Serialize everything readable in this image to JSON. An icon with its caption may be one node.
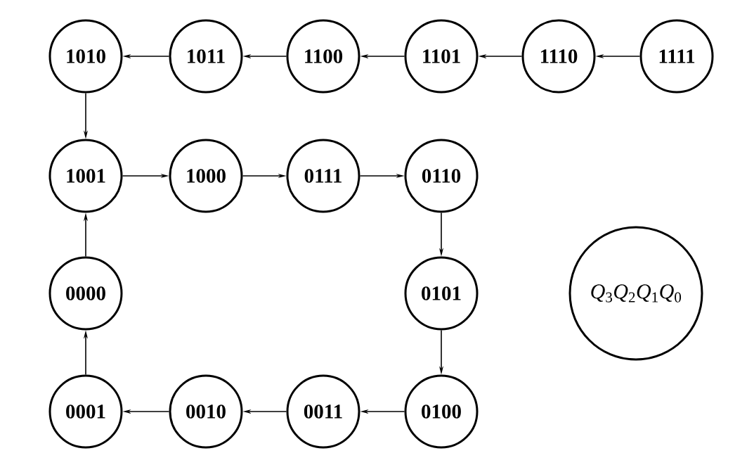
{
  "diagram": {
    "nodes": [
      {
        "text": [
          "1010"
        ]
      },
      {
        "text": [
          "1011"
        ]
      },
      {
        "text": [
          "1100"
        ]
      },
      {
        "text": [
          "1101"
        ]
      },
      {
        "text": [
          "1110"
        ]
      },
      {
        "text": [
          "1111"
        ]
      },
      {
        "text": [
          "1001"
        ]
      },
      {
        "text": [
          "1000"
        ]
      },
      {
        "text": [
          "0111"
        ]
      },
      {
        "text": [
          "0110"
        ]
      },
      {
        "text": [
          "0000"
        ]
      },
      {
        "text": [
          "0101"
        ]
      },
      {
        "text": [
          "*Q*$_{3}$*Q*$_{2}$*Q*$_{1}$*Q*$_{0}$"
        ]
      },
      {
        "text": [
          "0001"
        ]
      },
      {
        "text": [
          "0010"
        ]
      },
      {
        "text": [
          "0011"
        ]
      },
      {
        "text": [
          "0100"
        ]
      }
    ],
    "edges": [
      {
        "from": 5,
        "to": 4,
        "arrow": "to"
      },
      {
        "from": 4,
        "to": 3,
        "arrow": "to"
      },
      {
        "from": 3,
        "to": 2,
        "arrow": "to"
      },
      {
        "from": 2,
        "to": 1,
        "arrow": "to"
      },
      {
        "from": 1,
        "to": 0,
        "arrow": "to"
      },
      {
        "from": 0,
        "to": 6,
        "arrow": "to"
      },
      {
        "from": 6,
        "to": 7,
        "arrow": "to"
      },
      {
        "from": 7,
        "to": 8,
        "arrow": "to"
      },
      {
        "from": 8,
        "to": 9,
        "arrow": "to"
      },
      {
        "from": 9,
        "to": 11,
        "arrow": "to"
      },
      {
        "from": 11,
        "to": 16,
        "arrow": "to"
      },
      {
        "from": 16,
        "to": 15,
        "arrow": "to"
      },
      {
        "from": 15,
        "to": 14,
        "arrow": "to"
      },
      {
        "from": 14,
        "to": 13,
        "arrow": "to"
      },
      {
        "from": 13,
        "to": 10,
        "arrow": "to"
      },
      {
        "from": 10,
        "to": 6,
        "arrow": "to"
      }
    ]
  }
}
